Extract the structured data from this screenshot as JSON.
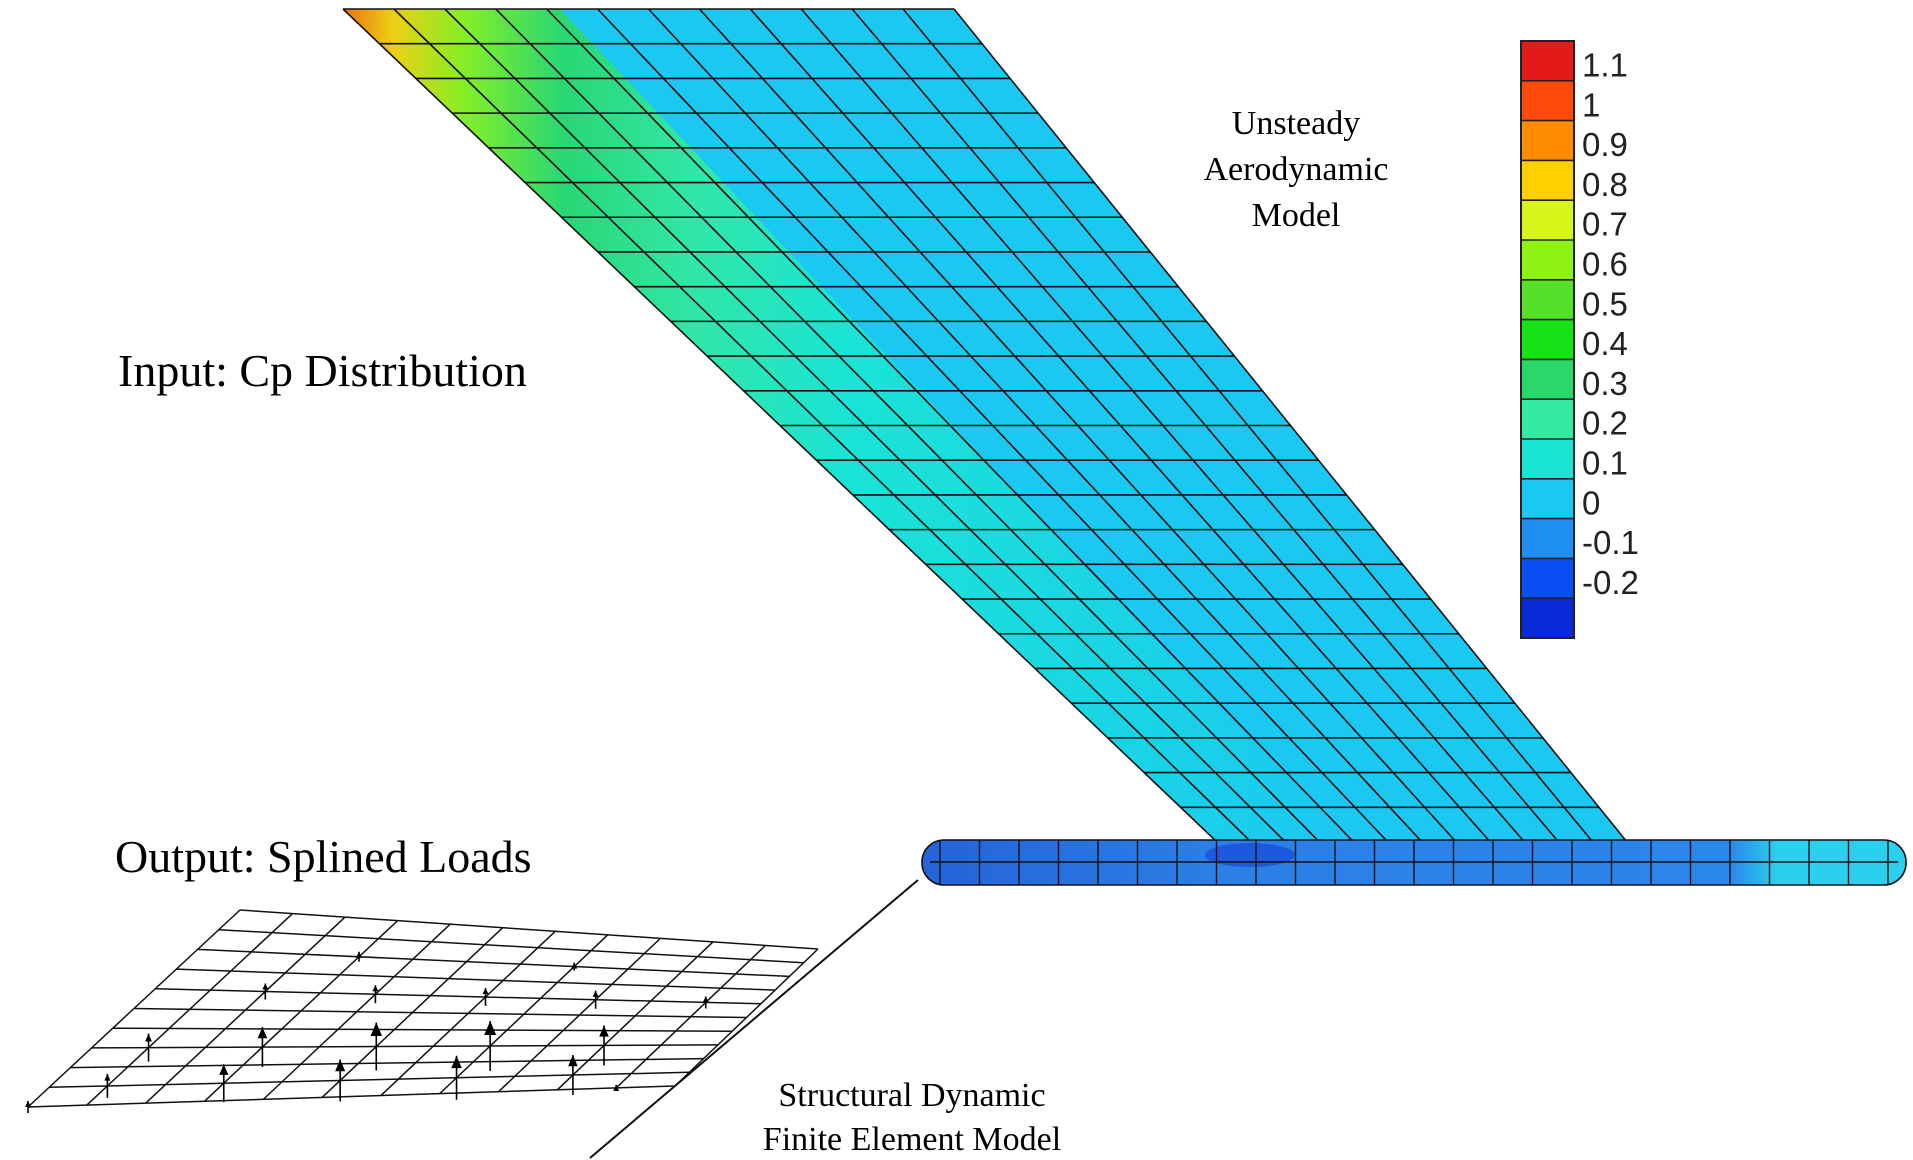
{
  "labels": {
    "input": "Input: Cp Distribution",
    "output": "Output: Splined Loads",
    "aero_line1": "Unsteady",
    "aero_line2": "Aerodynamic",
    "aero_line3": "Model",
    "struct_line1": "Structural Dynamic",
    "struct_line2": "Finite Element Model"
  },
  "colorbar": {
    "ticks": [
      "1.1",
      "1",
      "0.9",
      "0.8",
      "0.7",
      "0.6",
      "0.5",
      "0.4",
      "0.3",
      "0.2",
      "0.1",
      "0",
      "-0.1",
      "-0.2"
    ],
    "bands": [
      "#e41a1a",
      "#ff4a0a",
      "#ff8c00",
      "#ffd000",
      "#d6f51a",
      "#8ef214",
      "#55e02a",
      "#15e315",
      "#2ad86a",
      "#33eaa0",
      "#19e6d2",
      "#1bc8f2",
      "#1e8ef0",
      "#0a4ef5",
      "#0a2ad8"
    ]
  },
  "colors": {
    "wing_base": "#3fd0f0",
    "fuselage": "#2b7fe6"
  }
}
